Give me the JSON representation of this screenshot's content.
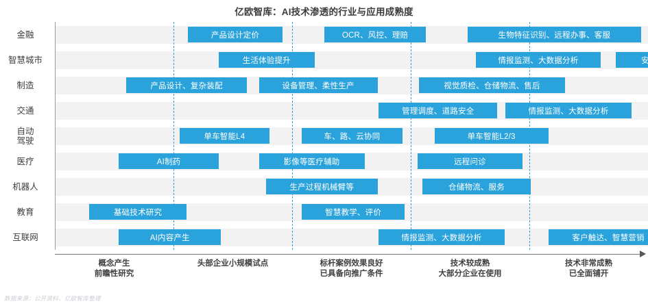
{
  "title": "亿欧智库：AI技术渗透的行业与应用成熟度",
  "source": "数据来源：公开资料、亿欧智库整理",
  "colors": {
    "bar": "#2aa2dc",
    "band": "#f2f2f2",
    "gridline": "#2f9fd6",
    "axis": "#767676",
    "title": "#3c3c3c",
    "label": "#3f3f3f",
    "source": "#c9ccd2"
  },
  "chart_data": {
    "type": "bar",
    "title": "亿欧智库：AI技术渗透的行业与应用成熟度",
    "xlabel": "",
    "ylabel": "",
    "grid": true,
    "legend": "none",
    "xlim": [
      0,
      5
    ],
    "x_stage_labels": [
      {
        "line1": "概念产生",
        "line2": "前瞻性研究"
      },
      {
        "line1": "头部企业小规模试点",
        "line2": ""
      },
      {
        "line1": "标杆案例效果良好",
        "line2": "已具备向推广条件"
      },
      {
        "line1": "技术较成熟",
        "line2": "大部分企业在使用"
      },
      {
        "line1": "技术非常成熟",
        "line2": "已全面铺开"
      }
    ],
    "categories": [
      "金融",
      "智慧城市",
      "制造",
      "交通",
      "自动驾驶",
      "医疗",
      "机器人",
      "教育",
      "互联网"
    ],
    "rows": [
      {
        "category": "金融",
        "label_lines": [
          "金融"
        ],
        "bars": [
          {
            "text": "产品设计定价",
            "start": 1.12,
            "end": 1.92
          },
          {
            "text": "OCR、风控、理赔",
            "start": 2.27,
            "end": 3.13
          },
          {
            "text": "生物特征识别、远程办事、客服",
            "start": 3.48,
            "end": 4.94
          }
        ]
      },
      {
        "category": "智慧城市",
        "label_lines": [
          "智慧城市"
        ],
        "bars": [
          {
            "text": "生活体验提升",
            "start": 1.38,
            "end": 2.19
          },
          {
            "text": "情报监测、大数据分析",
            "start": 3.55,
            "end": 4.6
          },
          {
            "text": "安防",
            "start": 4.73,
            "end": 5.29
          }
        ]
      },
      {
        "category": "制造",
        "label_lines": [
          "制造"
        ],
        "bars": [
          {
            "text": "产品设计、复杂装配",
            "start": 0.6,
            "end": 1.62
          },
          {
            "text": "设备管理、柔性生产",
            "start": 1.72,
            "end": 2.72
          },
          {
            "text": "视觉质检、仓储物流、售后",
            "start": 3.07,
            "end": 4.3
          }
        ]
      },
      {
        "category": "交通",
        "label_lines": [
          "交通"
        ],
        "bars": [
          {
            "text": "管理调度、道路安全",
            "start": 2.73,
            "end": 3.73
          },
          {
            "text": "情报监测、大数据分析",
            "start": 3.8,
            "end": 4.86
          }
        ]
      },
      {
        "category": "自动驾驶",
        "label_lines": [
          "自动",
          "驾驶"
        ],
        "bars": [
          {
            "text": "单车智能L4",
            "start": 1.05,
            "end": 1.81
          },
          {
            "text": "车、路、云协同",
            "start": 2.08,
            "end": 2.93
          },
          {
            "text": "单车智能L2/3",
            "start": 3.2,
            "end": 4.16
          }
        ]
      },
      {
        "category": "医疗",
        "label_lines": [
          "医疗"
        ],
        "bars": [
          {
            "text": "AI制药",
            "start": 0.54,
            "end": 1.38
          },
          {
            "text": "影像等医疗辅助",
            "start": 1.72,
            "end": 2.61
          },
          {
            "text": "远程问诊",
            "start": 3.06,
            "end": 3.94
          }
        ]
      },
      {
        "category": "机器人",
        "label_lines": [
          "机器人"
        ],
        "bars": [
          {
            "text": "生产过程机械臂等",
            "start": 1.78,
            "end": 2.72
          },
          {
            "text": "仓储物流、服务",
            "start": 3.1,
            "end": 4.01
          }
        ]
      },
      {
        "category": "教育",
        "label_lines": [
          "教育"
        ],
        "bars": [
          {
            "text": "基础技术研究",
            "start": 0.29,
            "end": 1.11
          },
          {
            "text": "智慧教学、评价",
            "start": 2.08,
            "end": 2.95
          }
        ]
      },
      {
        "category": "互联网",
        "label_lines": [
          "互联网"
        ],
        "bars": [
          {
            "text": "AI内容产生",
            "start": 0.54,
            "end": 1.4
          },
          {
            "text": "情报监测、大数据分析",
            "start": 2.73,
            "end": 3.79
          },
          {
            "text": "客户触达、智慧营销",
            "start": 4.16,
            "end": 5.17
          }
        ]
      }
    ]
  }
}
